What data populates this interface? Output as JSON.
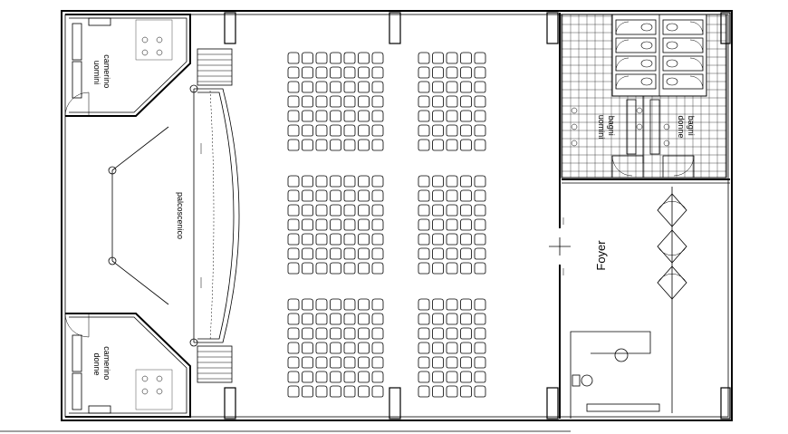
{
  "rooms": {
    "camerino_uomini": [
      "camerino",
      "uomini"
    ],
    "camerino_donne": [
      "camerino",
      "donne"
    ],
    "palcoscenico": "palcoscenico",
    "bagni_uomini": [
      "bagni",
      "uomini"
    ],
    "bagni_donne": [
      "bagni",
      "donne"
    ],
    "foyer": "Foyer"
  },
  "seating": {
    "blocks": [
      {
        "rows": 7,
        "cols": 7
      },
      {
        "rows": 7,
        "cols": 5
      },
      {
        "rows": 7,
        "cols": 7
      },
      {
        "rows": 7,
        "cols": 5
      },
      {
        "rows": 7,
        "cols": 7
      },
      {
        "rows": 7,
        "cols": 5
      }
    ]
  },
  "toilet_stalls": 4
}
